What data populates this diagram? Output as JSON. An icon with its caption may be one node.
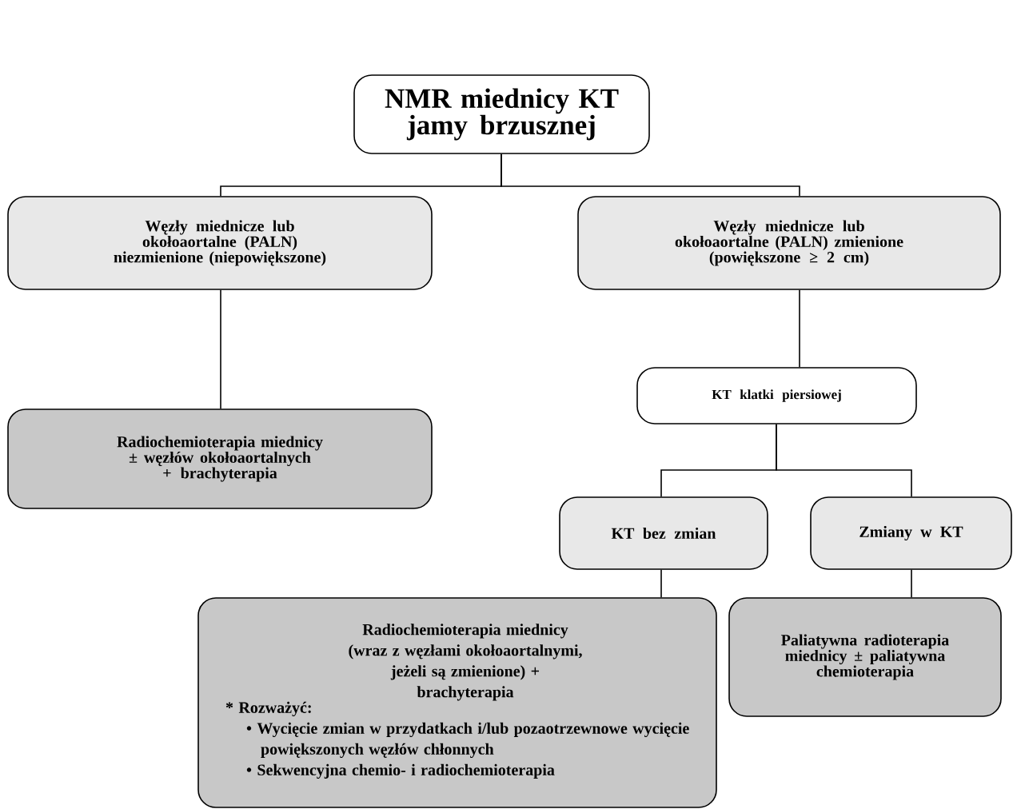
{
  "diagram": {
    "nodes": [
      {
        "text": [
          "NMR miednicy KT jamy brzusznej"
        ]
      },
      {
        "text": [
          "Węzły miednicze lub okołoaortalne (PALN) niezmienione (niepowiększone)"
        ]
      },
      {
        "text": [
          "Węzły miednicze lub okołoaortalne (PALN) zmienione (powiększone ≥ 2 cm)"
        ]
      },
      {
        "text": [
          "Radiochemioterapia miednicy ± węzłów okołoaortalnych + brachyterapia"
        ]
      },
      {
        "text": [
          "KT klatki piersiowej"
        ]
      },
      {
        "text": [
          "KT bez zmian"
        ]
      },
      {
        "text": [
          "Zmiany w KT"
        ]
      },
      {
        "text": [
          "Radiochemioterapia miednicy (wraz z węzłami okołoaortalnymi, jeżeli są zmienione) + brachyterapia",
          "* Rozważyć:",
          "• Wycięcie zmian w przydatkach i/lub pozaotrzewnowe wycięcie powiększonych węzłów chłonnych",
          "• Sekwencyjna chemio- i radiochemioterapia"
        ]
      },
      {
        "text": [
          "Paliatywna radioterapia miednicy ± paliatywna chemioterapia"
        ]
      }
    ],
    "edges": [
      {
        "from": 0,
        "to": 1,
        "arrow": "none"
      },
      {
        "from": 0,
        "to": 2,
        "arrow": "none"
      },
      {
        "from": 1,
        "to": 3,
        "arrow": "none"
      },
      {
        "from": 2,
        "to": 4,
        "arrow": "none"
      },
      {
        "from": 4,
        "to": 5,
        "arrow": "none"
      },
      {
        "from": 4,
        "to": 6,
        "arrow": "none"
      },
      {
        "from": 5,
        "to": 7,
        "arrow": "none"
      },
      {
        "from": 6,
        "to": 8,
        "arrow": "none"
      }
    ]
  }
}
